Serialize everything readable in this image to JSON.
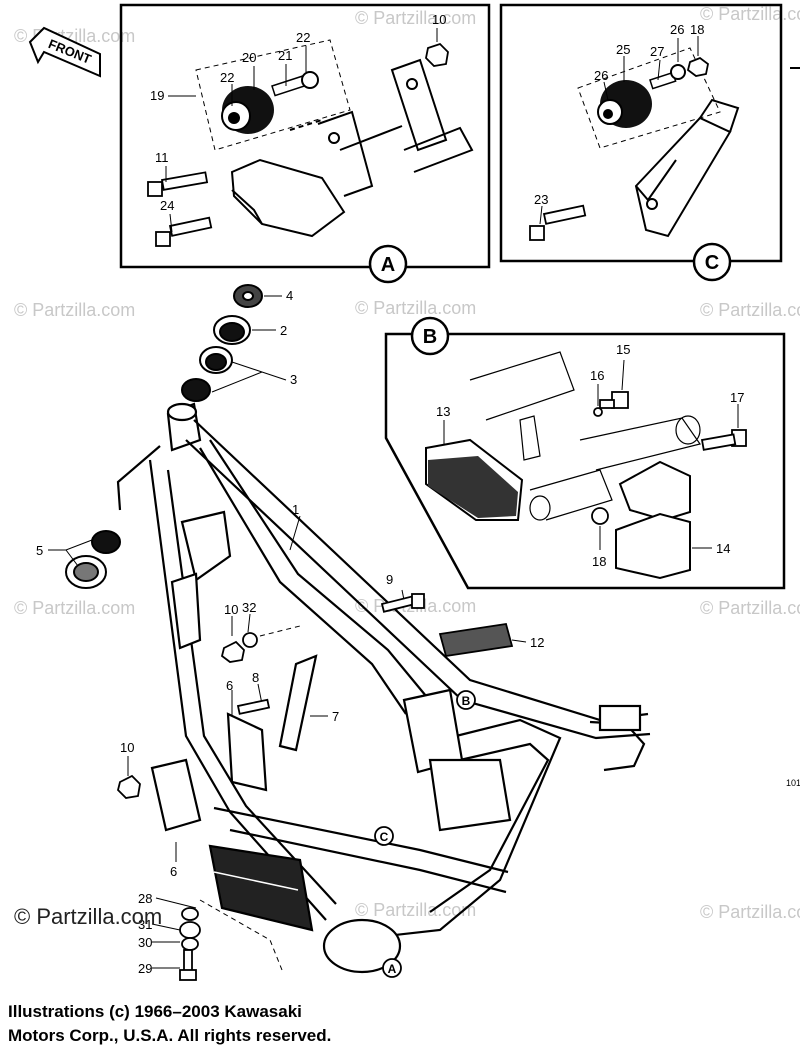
{
  "front_label": "FRONT",
  "watermark": "© Partzilla.com",
  "side_code": "101",
  "panels": {
    "a": {
      "letter": "A"
    },
    "b": {
      "letter": "B"
    },
    "c": {
      "letter": "C"
    }
  },
  "frame_markers": {
    "b": "B",
    "c": "C",
    "a": "A"
  },
  "callouts": {
    "p1": "1",
    "p2": "2",
    "p3": "3",
    "p4": "4",
    "p5": "5",
    "p6a": "6",
    "p6b": "6",
    "p7": "7",
    "p8": "8",
    "p9": "9",
    "p10a": "10",
    "p10b": "10",
    "p10c": "10",
    "p11": "11",
    "p12": "12",
    "p13": "13",
    "p14": "14",
    "p15": "15",
    "p16": "16",
    "p17": "17",
    "p18a": "18",
    "p18b": "18",
    "p19": "19",
    "p20": "20",
    "p21": "21",
    "p22a": "22",
    "p22b": "22",
    "p23": "23",
    "p24": "24",
    "p25": "25",
    "p26a": "26",
    "p26b": "26",
    "p27": "27",
    "p28": "28",
    "p29": "29",
    "p30": "30",
    "p31": "31",
    "p32": "32"
  },
  "copyright": {
    "line1": "Illustrations (c) 1966–2003 Kawasaki",
    "line2": "Motors Corp., U.S.A.  All rights reserved."
  }
}
